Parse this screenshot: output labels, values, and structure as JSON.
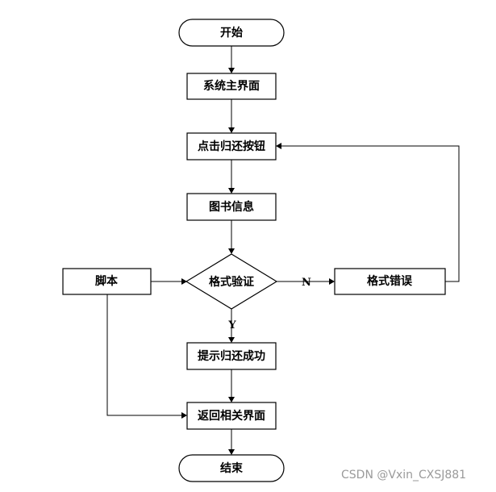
{
  "flowchart": {
    "nodes": {
      "start": "开始",
      "main_ui": "系统主界面",
      "click_return": "点击归还按钮",
      "book_info": "图书信息",
      "script": "脚本",
      "format_check": "格式验证",
      "format_error": "格式错误",
      "return_success": "提示归还成功",
      "back_page": "返回相关界面",
      "end": "结束"
    },
    "edge_labels": {
      "no": "N",
      "yes": "Y"
    }
  },
  "watermark": "CSDN @Vxin_CXSJ881"
}
